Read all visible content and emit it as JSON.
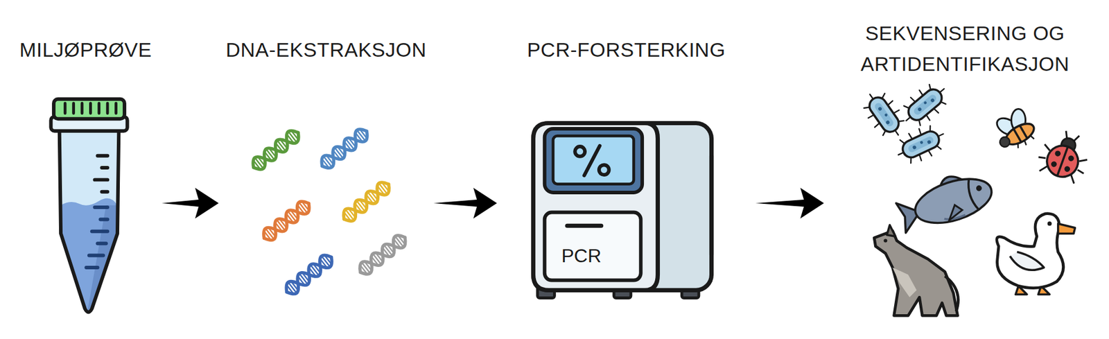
{
  "diagram": {
    "nodes": [
      {
        "text": [
          "MILJØPRØVE"
        ]
      },
      {
        "text": [
          "DNA-EKSTRAKSJON"
        ]
      },
      {
        "text": [
          "PCR-FORSTERKING",
          "PCR"
        ]
      },
      {
        "text": [
          "SEKVENSERING OG ARTIDENTIFIKASJON"
        ]
      }
    ],
    "edges": [
      {
        "from": 0,
        "to": 1,
        "arrow": "to"
      },
      {
        "from": 1,
        "to": 2,
        "arrow": "to"
      },
      {
        "from": 2,
        "to": 3,
        "arrow": "to"
      }
    ]
  }
}
